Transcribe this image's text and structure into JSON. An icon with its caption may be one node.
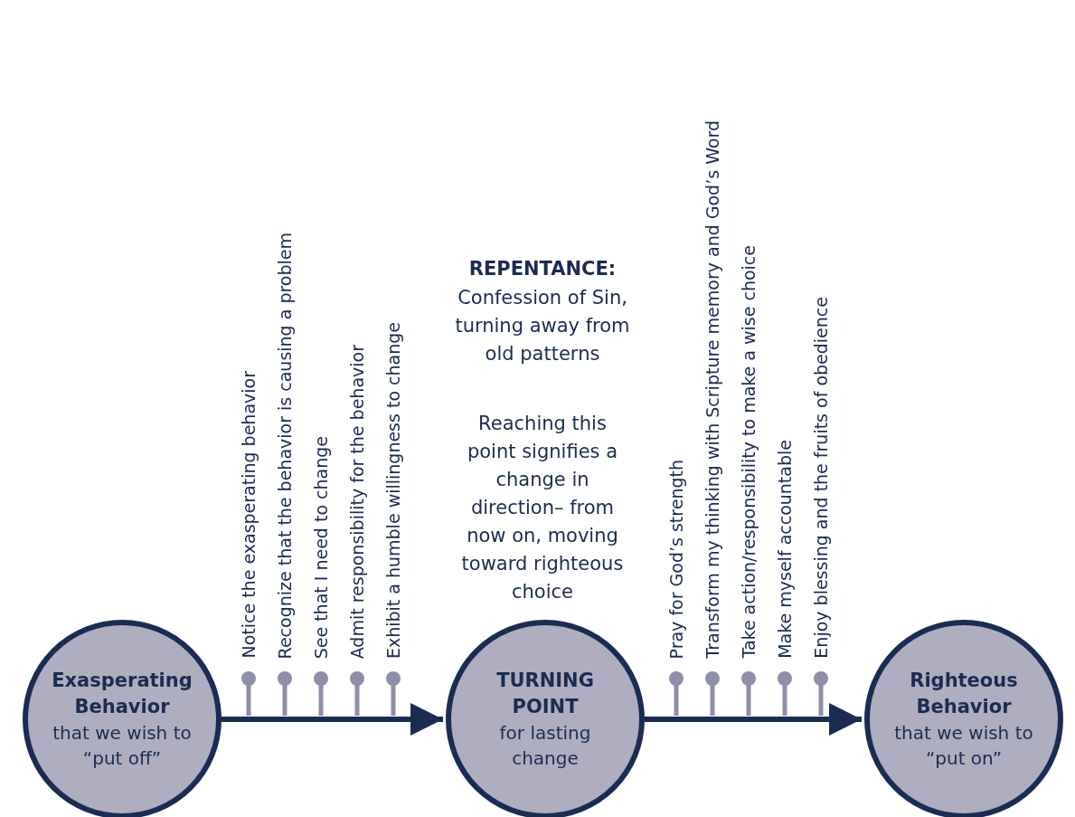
{
  "diagram": {
    "nodes": [
      {
        "text": [
          "Exasperating Behavior",
          "that we wish to “put off”"
        ]
      },
      {
        "text": [
          "TURNING POINT",
          "for lasting change"
        ]
      },
      {
        "text": [
          "Righteous Behavior",
          "that we wish to “put on”"
        ]
      }
    ],
    "edges": [
      {
        "from": 0,
        "to": 1,
        "arrow": "to"
      },
      {
        "from": 1,
        "to": 2,
        "arrow": "to"
      }
    ],
    "labels": [
      "Notice the exasperating behavior",
      "Recognize that the behavior is causing a problem",
      "See that I need to change",
      "Admit responsibility for the behavior",
      "Exhibit a humble willingness to change",
      "REPENTANCE:",
      "Confession of Sin, turning away from old patterns",
      "Reaching this point signifies a change in direction– from now on, moving toward righteous choice",
      "Pray for God’s strength",
      "Transform my thinking with Scripture memory and God’s Word",
      "Take action/responsibility to make a wise choice",
      "Make myself accountable",
      "Enjoy blessing and the fruits of obedience"
    ]
  }
}
